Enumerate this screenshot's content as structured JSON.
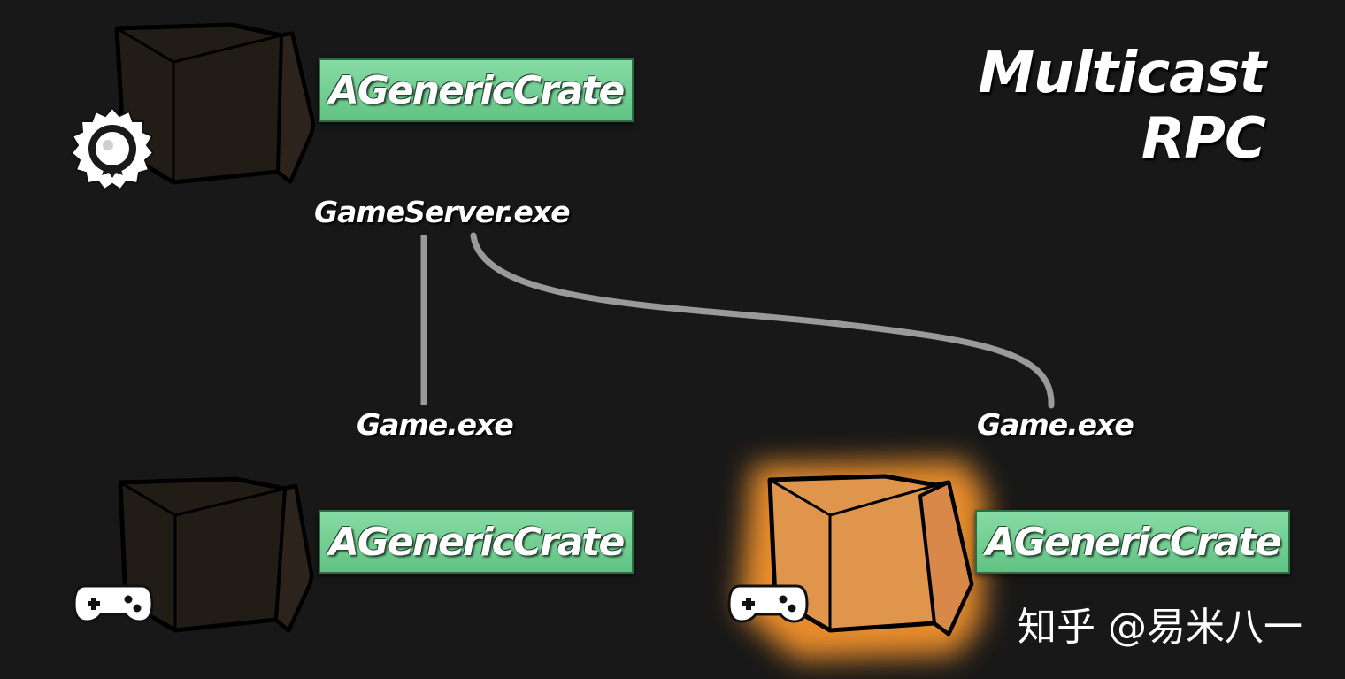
{
  "title": "Multicast RPC",
  "server": {
    "label": "GameServer.exe",
    "crate_label": "AGenericCrate"
  },
  "clients": [
    {
      "label": "Game.exe",
      "crate_label": "AGenericCrate",
      "highlighted": false
    },
    {
      "label": "Game.exe",
      "crate_label": "AGenericCrate",
      "highlighted": true
    }
  ],
  "watermark": "知乎 @易米八一",
  "colors": {
    "background": "#181818",
    "tag_green": "#6fcd8f",
    "crate_dark": "#221c17",
    "crate_orange": "#e0954d",
    "glow_orange": "#ff9a2e",
    "connector": "#9a9a9a"
  },
  "icons": {
    "server": "server-badge-icon",
    "client": "gamepad-icon"
  }
}
